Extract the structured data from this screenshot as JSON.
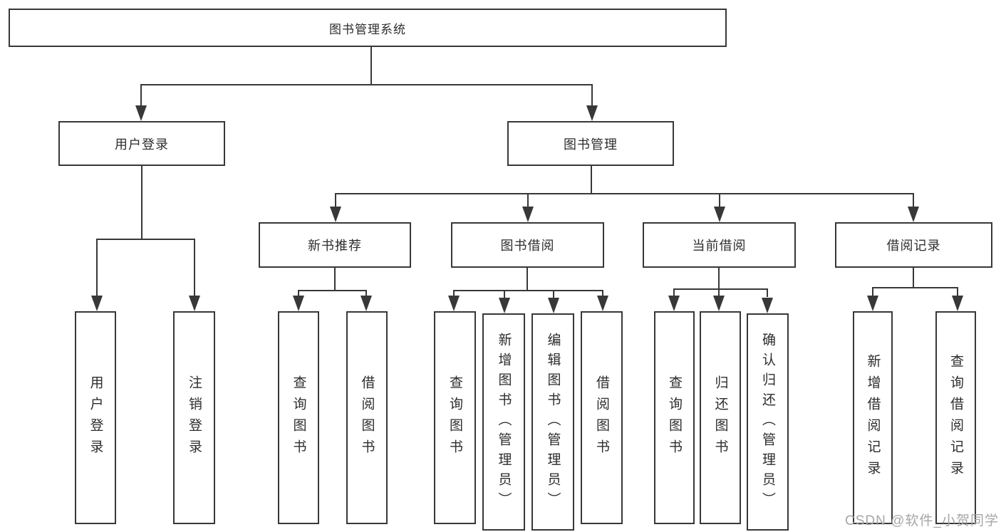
{
  "diagram": {
    "root": {
      "label": "图书管理系统"
    },
    "level2": [
      {
        "label": "用户登录"
      },
      {
        "label": "图书管理"
      }
    ],
    "level3": [
      {
        "label": "新书推荐"
      },
      {
        "label": "图书借阅"
      },
      {
        "label": "当前借阅"
      },
      {
        "label": "借阅记录"
      }
    ],
    "leaves": [
      {
        "label": "用户登录"
      },
      {
        "label": "注销登录"
      },
      {
        "label": "查询图书"
      },
      {
        "label": "借阅图书"
      },
      {
        "label": "查询图书"
      },
      {
        "label": "新增图书（管理员）"
      },
      {
        "label": "编辑图书（管理员）"
      },
      {
        "label": "借阅图书"
      },
      {
        "label": "查询图书"
      },
      {
        "label": "归还图书"
      },
      {
        "label": "确认归还（管理员）"
      },
      {
        "label": "新增借阅记录"
      },
      {
        "label": "查询借阅记录"
      }
    ]
  },
  "watermark": {
    "text": "CSDN @软件_小贺同学"
  },
  "colors": {
    "line": "#383838",
    "text": "#2d2d2d",
    "background": "#ffffff",
    "watermark": "#a6a6a6"
  }
}
